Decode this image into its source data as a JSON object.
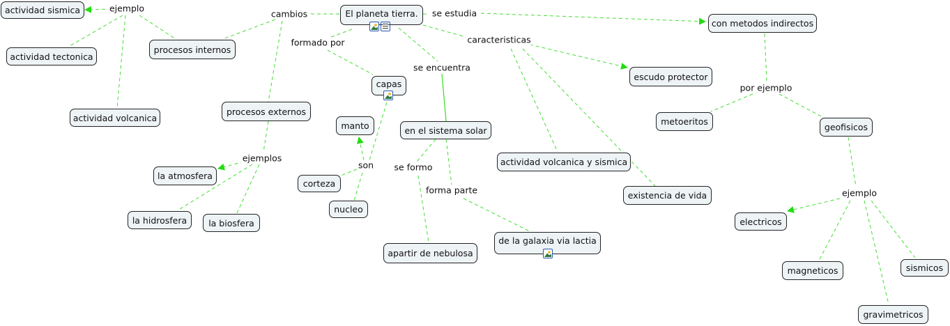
{
  "concepts": {
    "actividad_sismica": "actividad sismica",
    "actividad_tectonica": "actividad tectonica",
    "procesos_internos": "procesos internos",
    "actividad_volcanica": "actividad volcanica",
    "planeta": "El planeta tierra.",
    "metodos": "con metodos indirectos",
    "escudo": "escudo protector",
    "capas": "capas",
    "procesos_externos": "procesos externos",
    "metoeritos": "metoeritos",
    "geofisicos": "geofisicos",
    "manto": "manto",
    "sistema_solar": "en el sistema solar",
    "volcanica_sismica": "actividad volcanica y sismica",
    "atmosfera": "la atmosfera",
    "corteza": "corteza",
    "vida": "existencia de vida",
    "nucleo": "nucleo",
    "hidrosfera": "la hidrosfera",
    "biosfera": "la biosfera",
    "electricos": "electricos",
    "galaxia": "de la galaxia via lactia",
    "nebulosa": "apartir de nebulosa",
    "magneticos": "magneticos",
    "sismicos": "sismicos",
    "gravimetricos": "gravimetricos"
  },
  "links": {
    "ejemplo1": "ejemplo",
    "cambios": "cambios",
    "se_estudia": "se estudia",
    "formado_por": "formado por",
    "caracteristicas": "caracteristicas",
    "se_encuentra": "se encuentra",
    "por_ejemplo": "por ejemplo",
    "ejemplos": "ejemplos",
    "son": "son",
    "se_formo": "se formo",
    "forma_parte": "forma parte",
    "ejemplo2": "ejemplo"
  },
  "colors": {
    "link": "#33dd22",
    "node_fill": "#eef3f5",
    "node_border": "#222222"
  }
}
